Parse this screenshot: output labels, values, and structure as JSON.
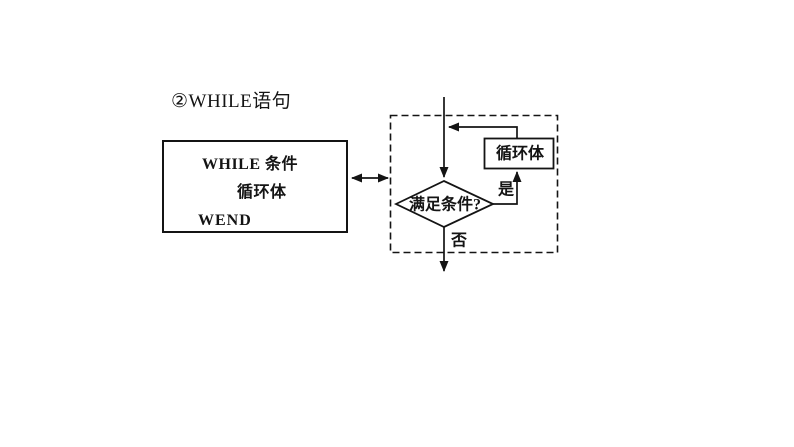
{
  "canvas": {
    "background": "#ffffff",
    "ink": "#141414"
  },
  "title": "②WHILE语句",
  "code_box": {
    "line1": "WHILE 条件",
    "line2": "循环体",
    "line3": "WEND"
  },
  "connector": {
    "type": "double-headed-arrow"
  },
  "flowchart": {
    "condition_label": "满足条件?",
    "loop_body_label": "循环体",
    "yes_label": "是",
    "no_label": "否"
  }
}
